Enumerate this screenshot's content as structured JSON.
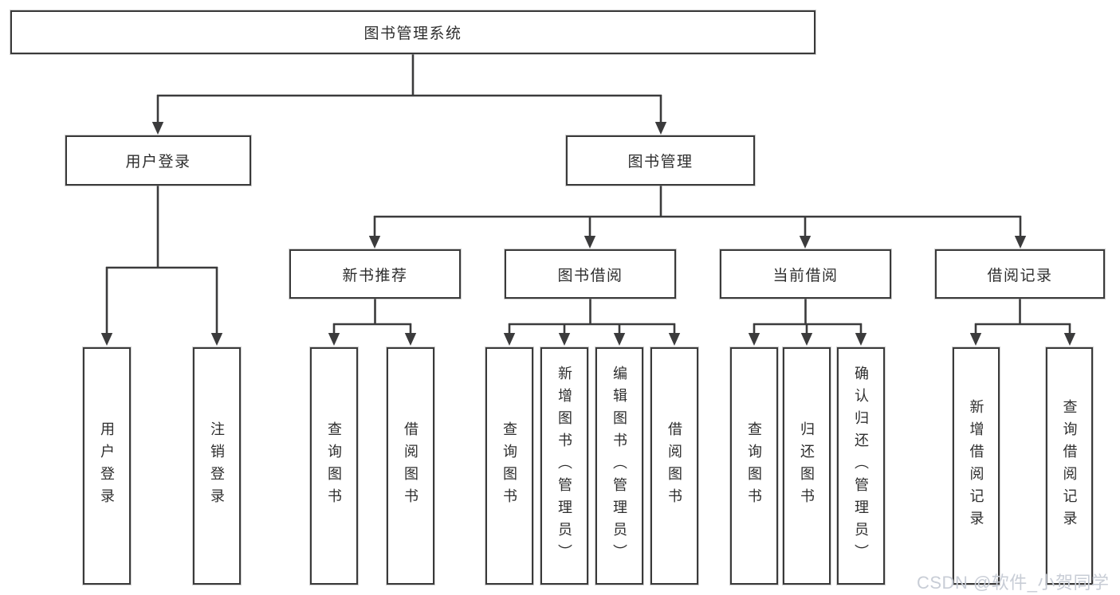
{
  "diagram": {
    "root": {
      "label": "图书管理系统"
    },
    "level2": [
      {
        "label": "用户登录",
        "leaves": [
          "用户登录",
          "注销登录"
        ]
      },
      {
        "label": "图书管理"
      }
    ],
    "level3": [
      {
        "label": "新书推荐",
        "leaves": [
          "查询图书",
          "借阅图书"
        ]
      },
      {
        "label": "图书借阅",
        "leaves": [
          "查询图书",
          "新增图书（管理员）",
          "编辑图书（管理员）",
          "借阅图书"
        ]
      },
      {
        "label": "当前借阅",
        "leaves": [
          "查询图书",
          "归还图书",
          "确认归还（管理员）"
        ]
      },
      {
        "label": "借阅记录",
        "leaves": [
          "新增借阅记录",
          "查询借阅记录"
        ]
      }
    ]
  },
  "watermark": {
    "text": "CSDN @软件_小贺同学",
    "color": "#c8cdd6"
  },
  "colors": {
    "line": "#3b3b3c",
    "box_border": "#3a3a3a",
    "box_fill": "#ffffff",
    "text": "#2e2e2e",
    "background": "#ffffff"
  }
}
